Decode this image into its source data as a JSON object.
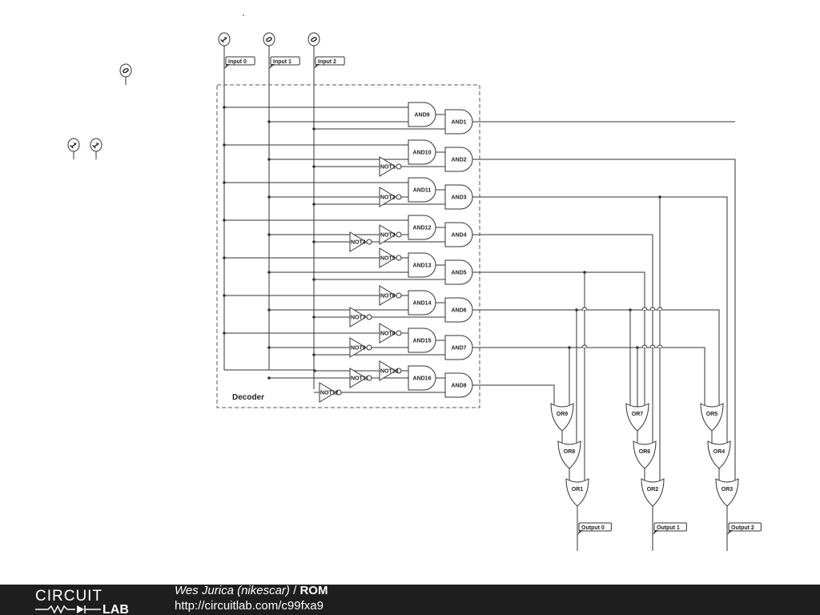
{
  "diagram": {
    "inputs": [
      {
        "label": "Input 0",
        "value": "1"
      },
      {
        "label": "Input 1",
        "value": "0"
      },
      {
        "label": "Input 2",
        "value": "0"
      }
    ],
    "loose_probes": [
      {
        "value": "0"
      },
      {
        "value": "1"
      },
      {
        "value": "1"
      }
    ],
    "decoder_label": "Decoder",
    "not_gates": [
      "NOT1",
      "NOT2",
      "NOT3",
      "NOT4",
      "NOT5",
      "NOT6",
      "NOT7",
      "NOT8",
      "NOT9",
      "NOT10",
      "NOT11",
      "NOT12"
    ],
    "and_gates_a": [
      "AND9",
      "AND10",
      "AND11",
      "AND12",
      "AND13",
      "AND14",
      "AND15",
      "AND16"
    ],
    "and_gates_b": [
      "AND1",
      "AND2",
      "AND3",
      "AND4",
      "AND5",
      "AND6",
      "AND7",
      "AND8"
    ],
    "or_gates": [
      "OR9",
      "OR8",
      "OR1",
      "OR7",
      "OR6",
      "OR2",
      "OR5",
      "OR4",
      "OR3"
    ],
    "outputs": [
      "Output 0",
      "Output 1",
      "Output 2"
    ]
  },
  "footer": {
    "logo_top": "CIRCUIT",
    "logo_bottom": "LAB",
    "author": "Wes Jurica (nikescar)",
    "separator": "/",
    "title": "ROM",
    "url": "http://circuitlab.com/c99fxa9"
  }
}
